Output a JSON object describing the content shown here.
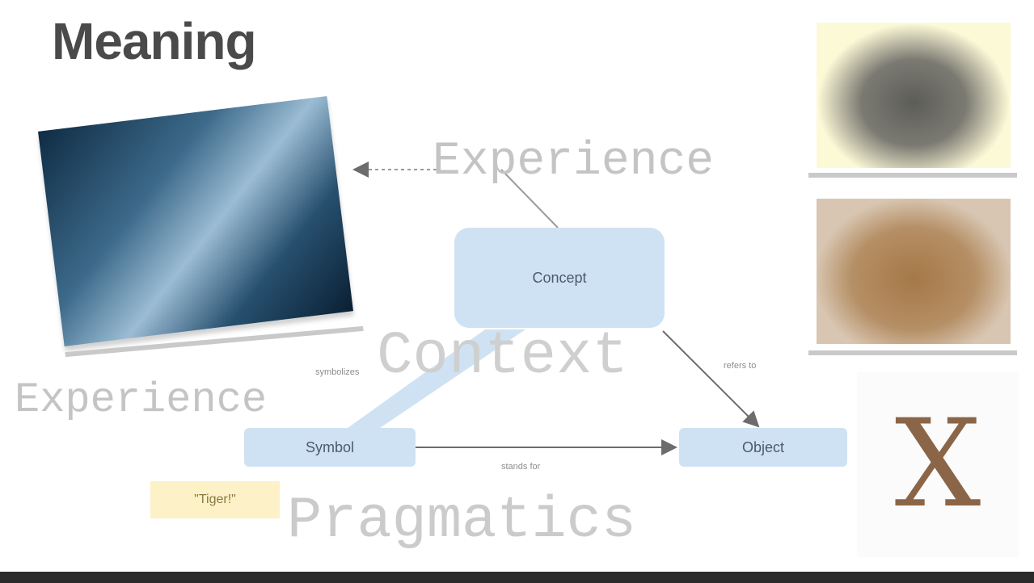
{
  "slide": {
    "title": "Meaning",
    "labels": {
      "experience_top": "Experience",
      "experience_left": "Experience",
      "context": "Context",
      "pragmatics": "Pragmatics"
    },
    "nodes": {
      "concept": "Concept",
      "symbol": "Symbol",
      "object": "Object",
      "sticky_note": "\"Tiger!\""
    },
    "edges": {
      "symbol_object": "stands for",
      "symbol_concept": "symbolizes",
      "concept_object": "refers to"
    },
    "images": {
      "left_photo": "children-photo",
      "top_right": "tank-image",
      "middle_right": "tiger-image",
      "bottom_right": "letter-x-image",
      "x_letter": "X"
    },
    "colors": {
      "box_fill": "#cfe2f3",
      "sticky_fill": "#fdf1c7",
      "faint_text": "#c4c4c4"
    }
  }
}
